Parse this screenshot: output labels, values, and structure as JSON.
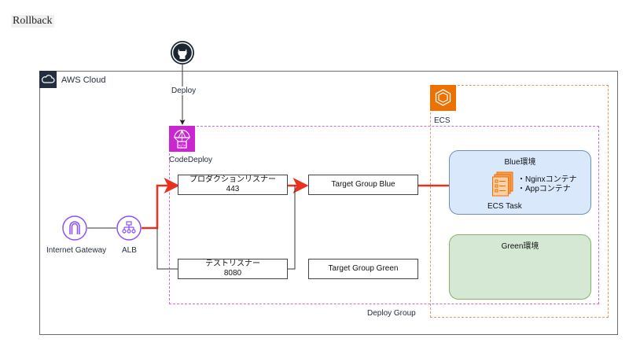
{
  "heading": "Rollback",
  "aws_cloud": {
    "label": "AWS Cloud",
    "icon": "cloud-icon"
  },
  "github": {
    "icon": "github-icon",
    "edge_label": "Deploy"
  },
  "codedeploy": {
    "label": "CodeDeploy",
    "icon": "codedeploy-icon",
    "color": "#c925d1"
  },
  "deploy_group": {
    "label": "Deploy Group",
    "border_color": "#cc66ee"
  },
  "ecs": {
    "label": "ECS",
    "icon": "ecs-icon",
    "color": "#ed7100",
    "border_color": "#f0955a"
  },
  "internet_gateway": {
    "label": "Internet Gateway",
    "icon": "internet-gateway-icon",
    "color": "#8c4fff"
  },
  "alb": {
    "label": "ALB",
    "icon": "load-balancer-icon",
    "color": "#8c4fff"
  },
  "listeners": [
    {
      "name": "プロダクションリスナー",
      "port": "443"
    },
    {
      "name": "テストリスナー",
      "port": "8080"
    }
  ],
  "target_groups": [
    {
      "label": "Target Group Blue"
    },
    {
      "label": "Target Group Green"
    }
  ],
  "environments": {
    "blue": {
      "label": "Blue環境",
      "fill": "#dae8fc",
      "stroke": "#6c8ebf"
    },
    "green": {
      "label": "Green環境",
      "fill": "#d5e8d4",
      "stroke": "#82b366"
    }
  },
  "ecs_task": {
    "label": "ECS Task",
    "icon": "ecs-task-icon",
    "containers": [
      "・Nginxコンテナ",
      "・Appコンテナ"
    ]
  },
  "active_flow_color": "#e8321f"
}
